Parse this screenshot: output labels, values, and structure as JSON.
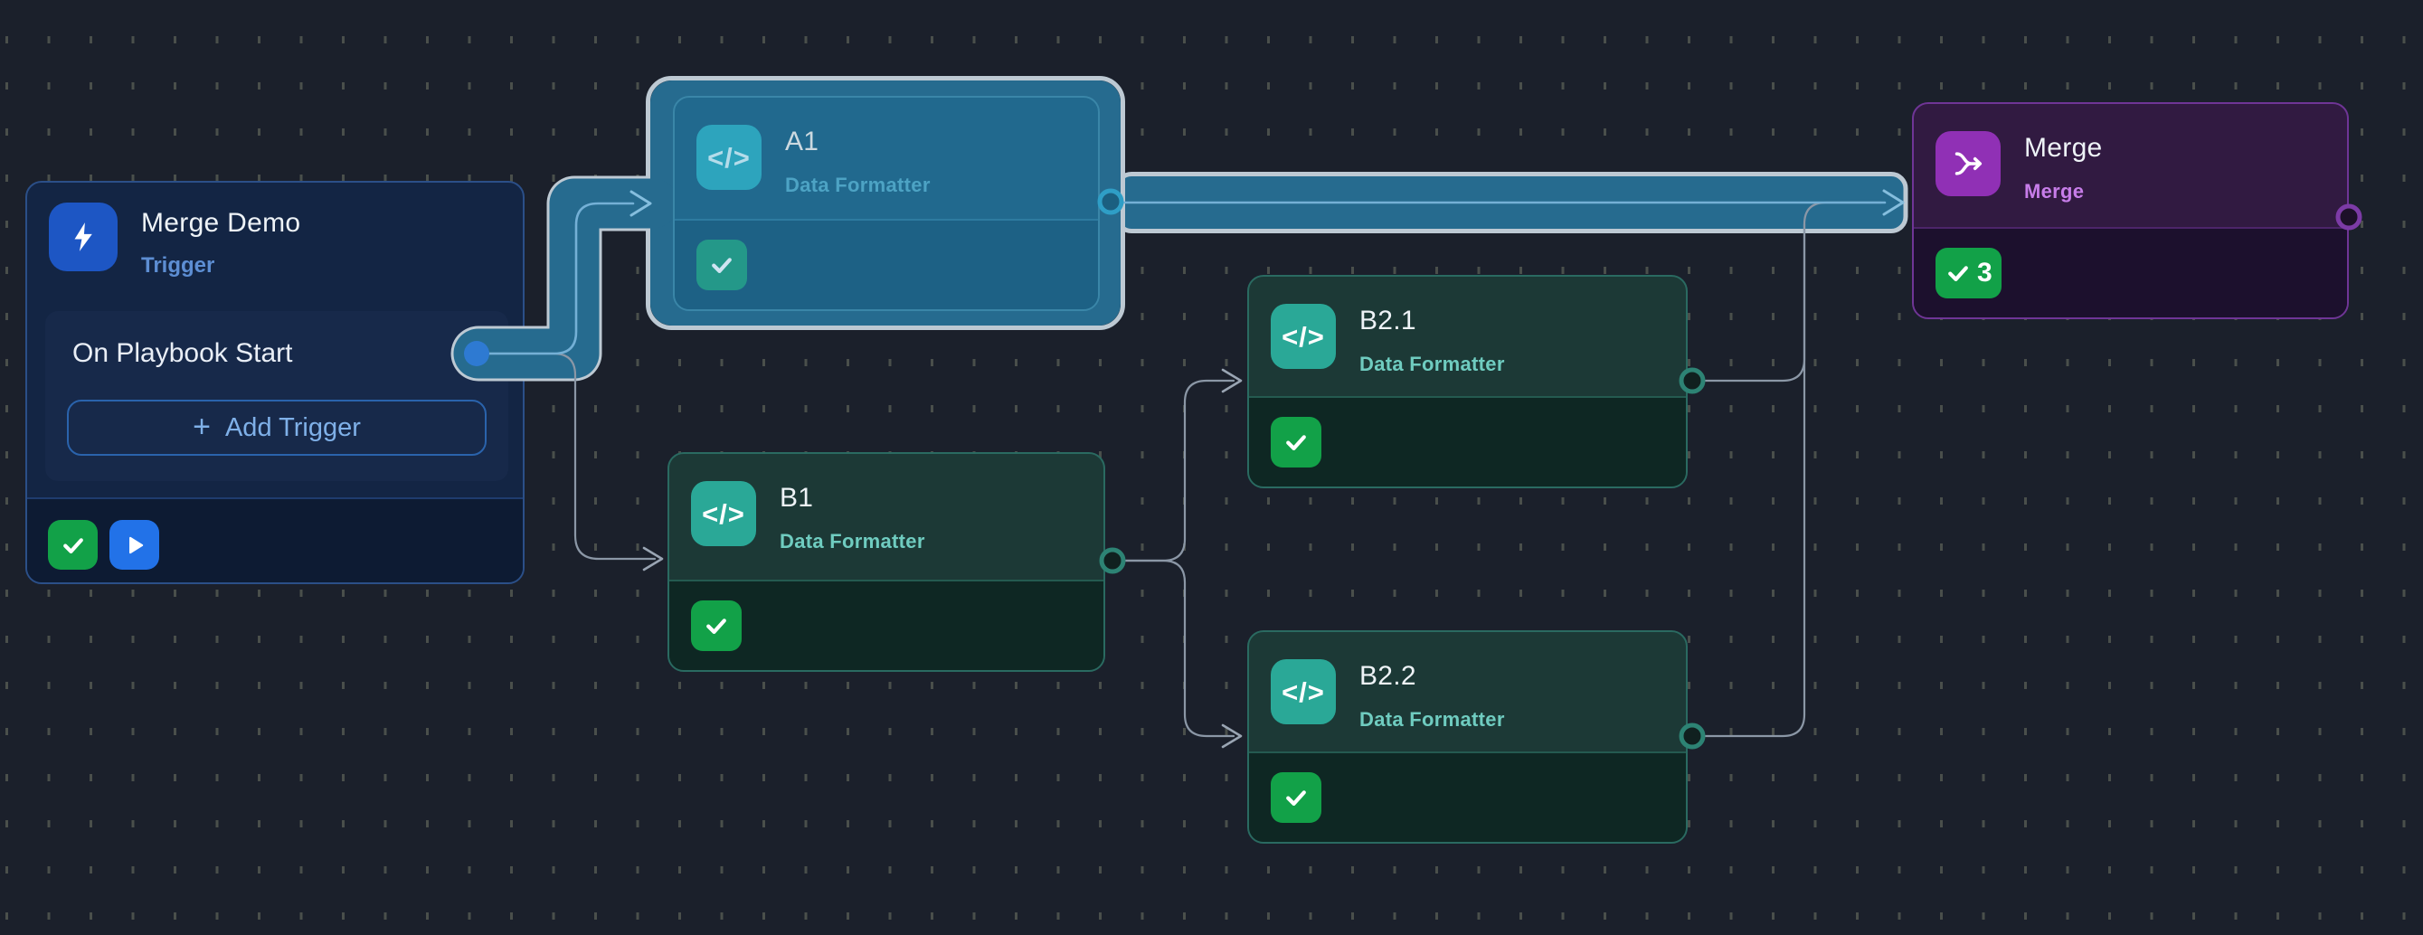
{
  "canvas": {
    "background": "#1b202b",
    "grid_tick_color": "#565b52",
    "selection_highlight_fill": "#266b8f",
    "selection_highlight_border": "#bdc9d3",
    "edge_color": "#8b97a6",
    "selected_edge_color": "#74b0d6"
  },
  "nodes": {
    "trigger": {
      "title": "Merge Demo",
      "type_label": "Trigger",
      "event_label": "On Playbook Start",
      "add_trigger_plus": "+",
      "add_trigger_label": "Add Trigger",
      "status": "success",
      "icon": "lightning-bolt",
      "accent": "#1d56c4"
    },
    "a1": {
      "title": "A1",
      "subtitle": "Data Formatter",
      "code_glyph": "</>",
      "status": "success",
      "selected": true,
      "accent": "#2da4bd"
    },
    "b1": {
      "title": "B1",
      "subtitle": "Data Formatter",
      "code_glyph": "</>",
      "status": "success",
      "accent": "#2aa897"
    },
    "b21": {
      "title": "B2.1",
      "subtitle": "Data Formatter",
      "code_glyph": "</>",
      "status": "success",
      "accent": "#2aa897"
    },
    "b22": {
      "title": "B2.2",
      "subtitle": "Data Formatter",
      "code_glyph": "</>",
      "status": "success",
      "accent": "#2aa897"
    },
    "merge": {
      "title": "Merge",
      "subtitle": "Merge",
      "success_count": "3",
      "icon": "merge-arrows",
      "accent": "#9030b5"
    }
  },
  "status_colors": {
    "success_green": "#12a148",
    "success_teal": "#249889",
    "play_blue": "#2272e8",
    "port_blue": "#2e7ad2"
  }
}
